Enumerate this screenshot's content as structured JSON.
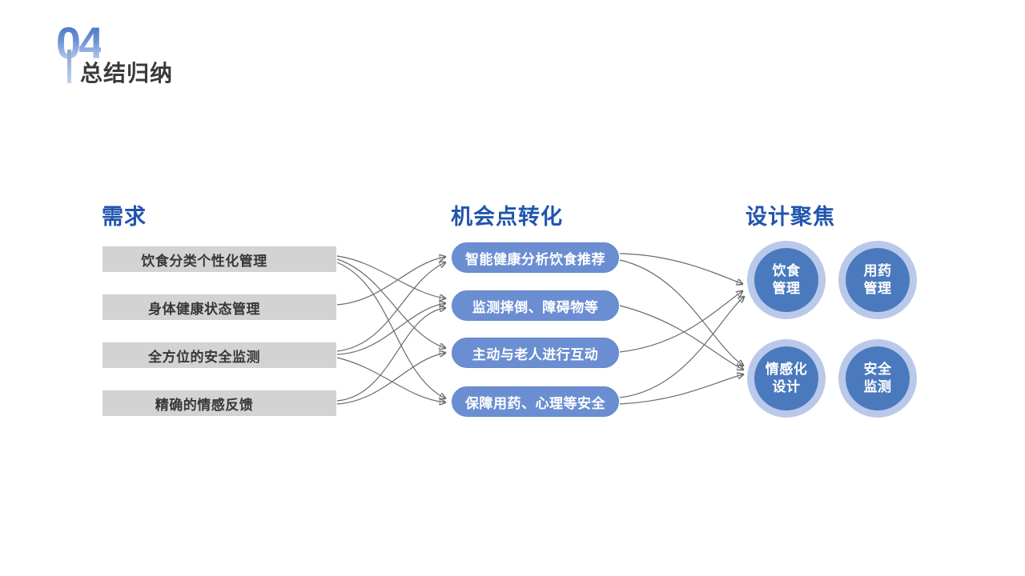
{
  "logo": {
    "number": "04",
    "title": "总结归纳"
  },
  "columns": {
    "needs": {
      "header": "需求",
      "items": [
        {
          "label": "饮食分类个性化管理"
        },
        {
          "label": "身体健康状态管理"
        },
        {
          "label": "全方位的安全监测"
        },
        {
          "label": "精确的情感反馈"
        }
      ]
    },
    "opportunities": {
      "header": "机会点转化",
      "items": [
        {
          "label": "智能健康分析饮食推荐"
        },
        {
          "label": "监测摔倒、障碍物等"
        },
        {
          "label": "主动与老人进行互动"
        },
        {
          "label": "保障用药、心理等安全"
        }
      ]
    },
    "focus": {
      "header": "设计聚焦",
      "items": [
        {
          "line1": "饮食",
          "line2": "管理"
        },
        {
          "line1": "用药",
          "line2": "管理"
        },
        {
          "line1": "情感化",
          "line2": "设计"
        },
        {
          "line1": "安全",
          "line2": "监测"
        }
      ]
    }
  },
  "connections": {
    "needs_to_opportunities": [
      {
        "from": "need-1",
        "to": "opp-2"
      },
      {
        "from": "need-1",
        "to": "opp-3"
      },
      {
        "from": "need-1",
        "to": "opp-4"
      },
      {
        "from": "need-2",
        "to": "opp-1"
      },
      {
        "from": "need-3",
        "to": "opp-1"
      },
      {
        "from": "need-3",
        "to": "opp-2"
      },
      {
        "from": "need-3",
        "to": "opp-4"
      },
      {
        "from": "need-4",
        "to": "opp-2"
      },
      {
        "from": "need-4",
        "to": "opp-3"
      }
    ],
    "opportunities_to_focus": [
      {
        "from": "opp-1",
        "to": "focus-1"
      },
      {
        "from": "opp-1",
        "to": "focus-3"
      },
      {
        "from": "opp-2",
        "to": "focus-3"
      },
      {
        "from": "opp-3",
        "to": "focus-1"
      },
      {
        "from": "opp-4",
        "to": "focus-1"
      },
      {
        "from": "opp-4",
        "to": "focus-3"
      }
    ]
  },
  "colors": {
    "header_blue": "#2155ad",
    "pill_blue": "#6b8ed2",
    "circle_blue": "#4a7abd",
    "circle_ring": "#bac9e9",
    "need_gray": "#d3d3d3",
    "connector_gray": "#6a6a6a",
    "title_dark": "#3a3a3a"
  }
}
